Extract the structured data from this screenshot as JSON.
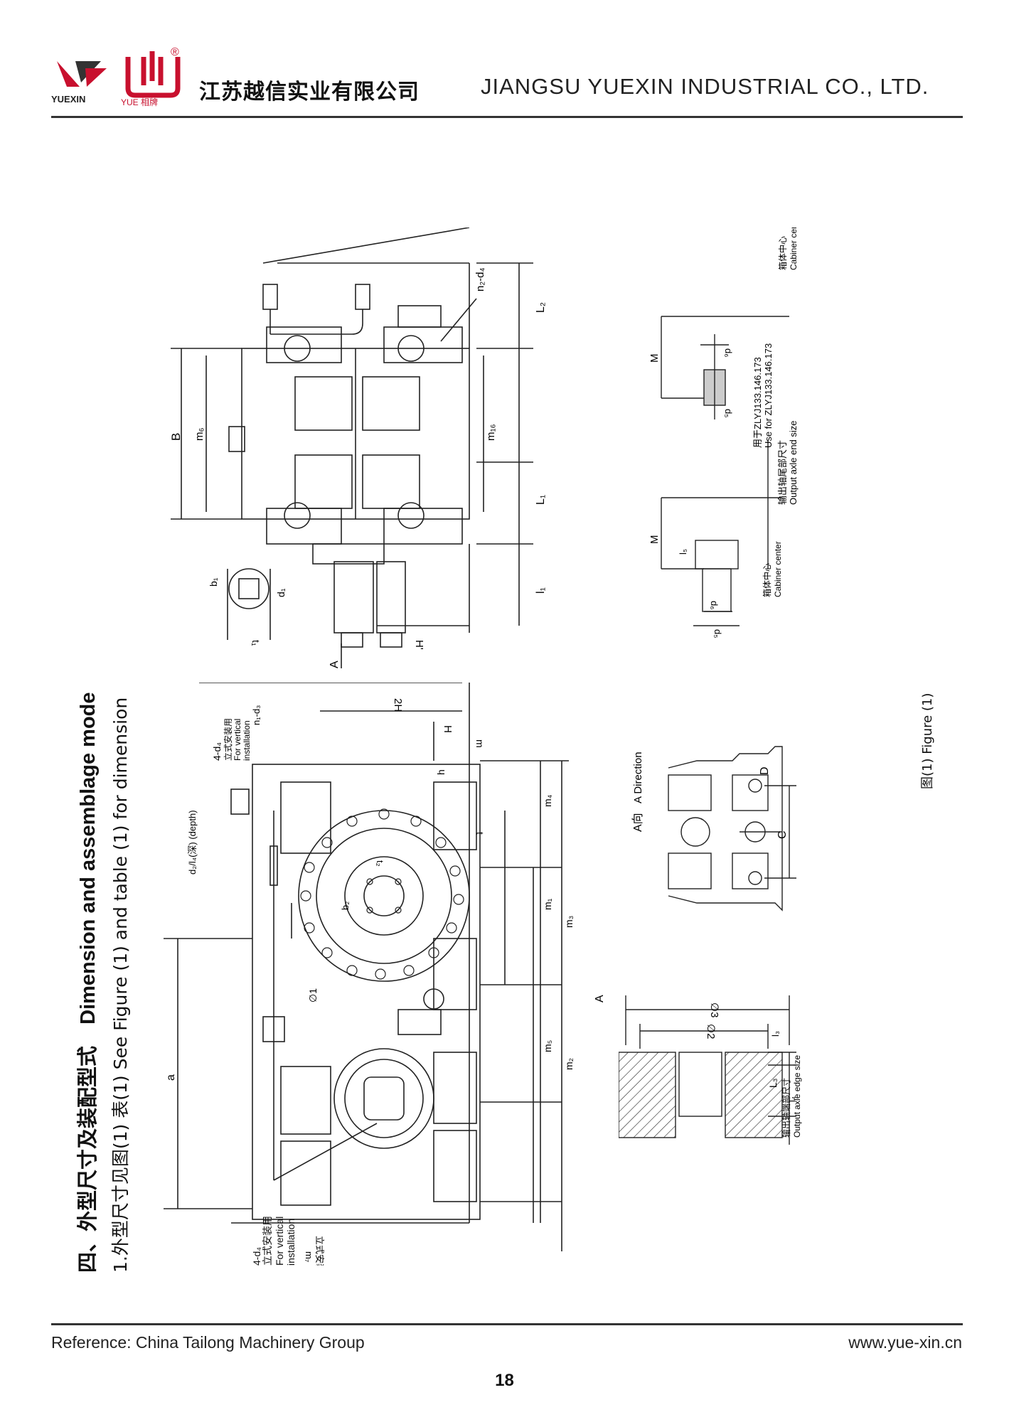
{
  "header": {
    "logo_left_text": "YUEXIN",
    "logo_right_text": "YUE 相牌",
    "registered_mark": "®",
    "company_cn": "江苏越信实业有限公司",
    "company_en": "JIANGSU YUEXIN INDUSTRIAL CO., LTD."
  },
  "section": {
    "title_cn": "四、外型尺寸及装配型式",
    "title_en": "Dimension and assemblage mode",
    "subtitle": "1.外型尺寸见图(1) 表(1)  See Figure (1) and table (1) for dimension"
  },
  "top_view_labels": {
    "n2d4": "n₂-d₄",
    "L2": "L₂",
    "L1": "L₁",
    "l1": "l₁",
    "B": "B",
    "m6": "m₆",
    "m16": "m₁₆",
    "b1": "b₁",
    "d1": "d₁",
    "t1": "t₁",
    "A_arrow": "A",
    "H_prime": "H'"
  },
  "axle_end": {
    "cabinet_center_cn": "箱体中心",
    "cabinet_center_en": "Cabiner center",
    "M": "M",
    "d6": "d₆",
    "d5": "d₅",
    "l5": "l₅",
    "use_cn": "用于ZLYJ133.146.173",
    "use_en": "Use for ZLYJ133.146.173",
    "title_cn": "输出轴尾部尺寸",
    "title_en": "Output axle end   size"
  },
  "front_view_labels": {
    "four_d4": "4-d₄",
    "vertical_cn": "立式安装用",
    "vertical_en_1": "For vertical",
    "vertical_en_2": "installation",
    "n1d3": "n₁-d₃",
    "twoH": "2H",
    "H": "H",
    "m": "m",
    "h": "h",
    "m4": "m₄",
    "t": "t",
    "m1": "m₁",
    "m3": "m₃",
    "A": "A",
    "m5": "m₅",
    "m2": "m₂",
    "a": "a",
    "phi1": "∅1",
    "b2": "b₂",
    "t2": "t₂",
    "d2l4": "d₂/l₄(深) (depth)",
    "m7": "m₇",
    "bottom_vertical": "立式安装用 For vertical installation"
  },
  "direction_view": {
    "label_cn": "A向",
    "label_en": "A Direction",
    "C": "C",
    "D": "D"
  },
  "edge_view": {
    "phi3": "∅3",
    "phi2": "∅2",
    "l3": "l₃",
    "L3": "L₃",
    "l4": "l₄",
    "title_cn": "输出轴端部尺寸",
    "title_en": "Output axle edge size"
  },
  "figure_caption": "图(1) Figure (1)",
  "footer": {
    "reference": "Reference:  China Tailong Machinery Group",
    "website": "www.yue-xin.cn",
    "page_number": "18"
  }
}
